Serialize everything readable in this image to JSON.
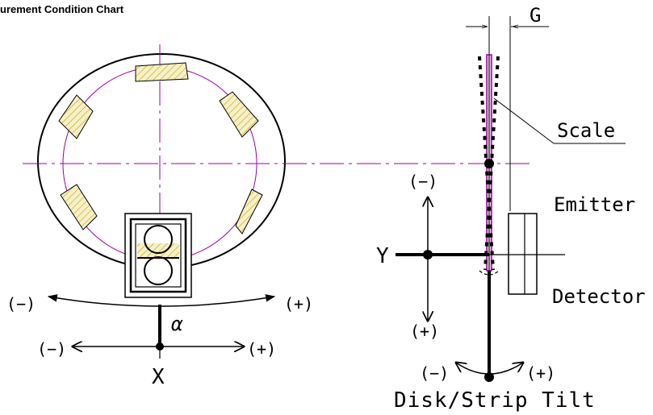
{
  "title": "urement Condition Chart",
  "labels": {
    "gap": "G",
    "scale": "Scale",
    "emitter": "Emitter",
    "detector": "Detector",
    "disk_strip_tilt": "Disk/Strip Tilt",
    "axis_x": "X",
    "axis_y": "Y",
    "alpha": "α",
    "minus": "(−)",
    "plus": "(+)"
  },
  "colors": {
    "line": "#000000",
    "centerline": "#a000a0",
    "hatch": "#c8a000",
    "hatch_fill": "#f3efc0"
  }
}
